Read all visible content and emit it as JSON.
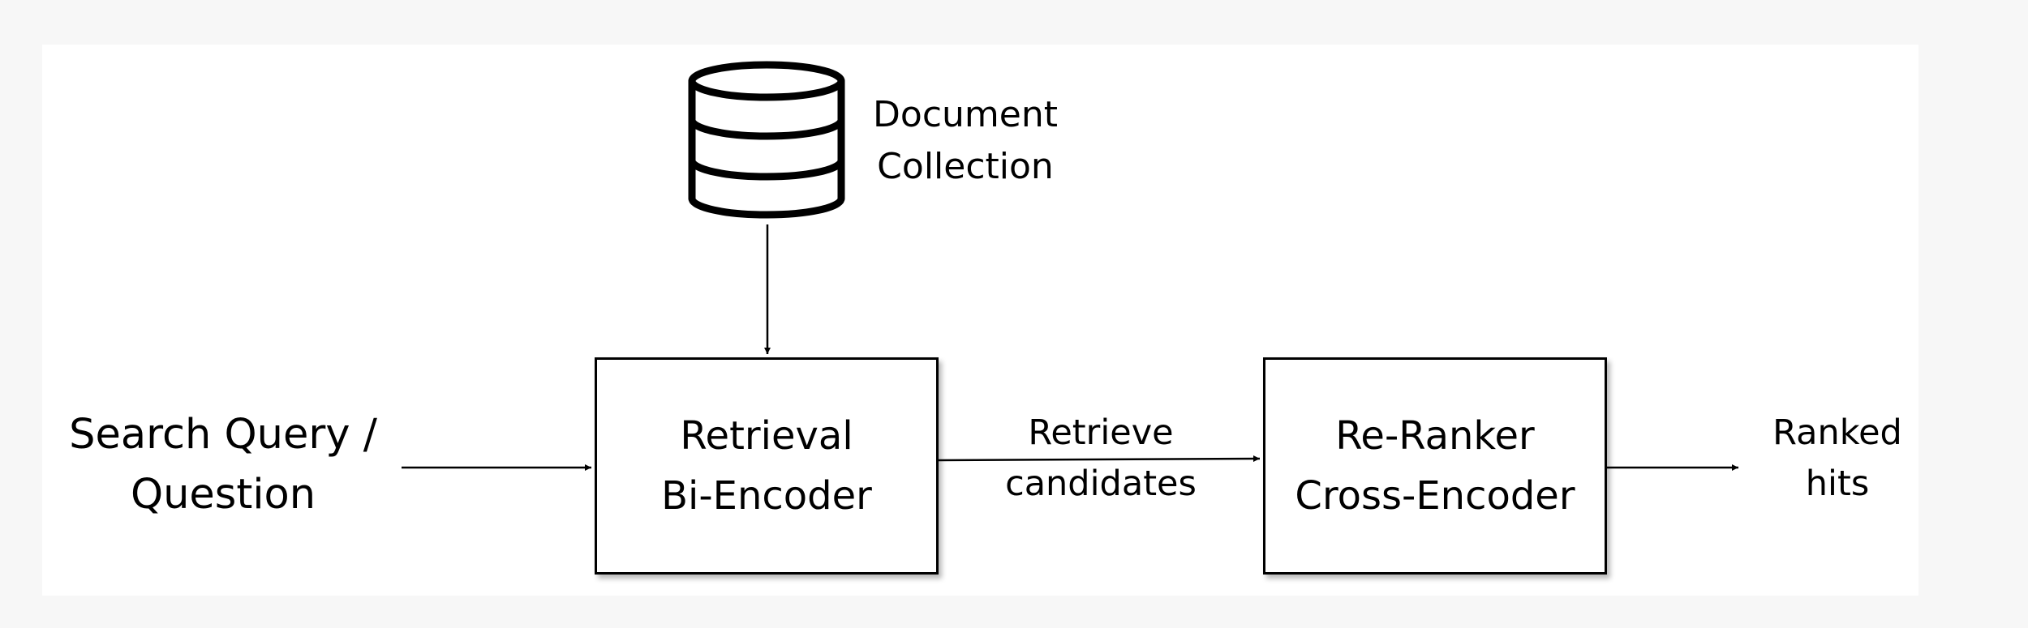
{
  "diagram": {
    "nodes": [
      {
        "id": "query",
        "kind": "label",
        "lines": [
          "Search Query /",
          "Question"
        ]
      },
      {
        "id": "collection",
        "kind": "database",
        "icon": "database-icon",
        "lines": [
          "Document",
          "Collection"
        ]
      },
      {
        "id": "retrieval",
        "kind": "box",
        "lines": [
          "Retrieval",
          "Bi-Encoder"
        ]
      },
      {
        "id": "reranker",
        "kind": "box",
        "lines": [
          "Re-Ranker",
          "Cross-Encoder"
        ]
      },
      {
        "id": "hits",
        "kind": "label",
        "lines": [
          "Ranked",
          "hits"
        ]
      }
    ],
    "edges": [
      {
        "from": "collection",
        "to": "retrieval",
        "label": ""
      },
      {
        "from": "query",
        "to": "retrieval",
        "label": ""
      },
      {
        "from": "retrieval",
        "to": "reranker",
        "label": [
          "Retrieve",
          "candidates"
        ]
      },
      {
        "from": "reranker",
        "to": "hits",
        "label": ""
      }
    ],
    "colors": {
      "background": "#f7f7f7",
      "panel": "#ffffff",
      "stroke": "#000000",
      "text": "#000000"
    }
  }
}
